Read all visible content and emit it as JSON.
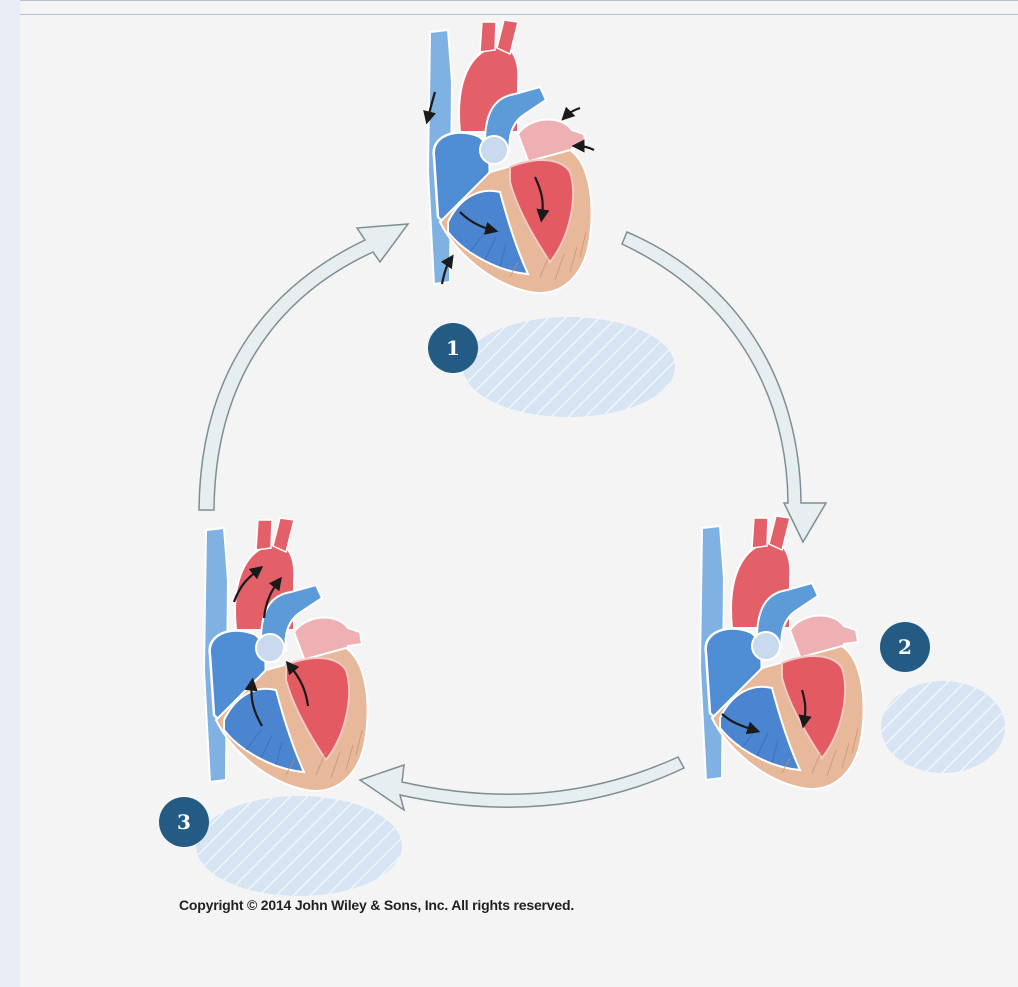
{
  "diagram": {
    "steps": [
      {
        "number": "1"
      },
      {
        "number": "2"
      },
      {
        "number": "3"
      }
    ],
    "copyright": "Copyright © 2014 John Wiley & Sons, Inc. All rights reserved."
  },
  "colors": {
    "badge": "#235b84",
    "answer_blank": "#d6e4f3",
    "arrow_fill": "#e6eef0",
    "arrow_stroke": "#7d8f96",
    "vein_blue": "#4e8fd6",
    "artery_red": "#e35a63",
    "muscle_tan": "#e3b393"
  }
}
